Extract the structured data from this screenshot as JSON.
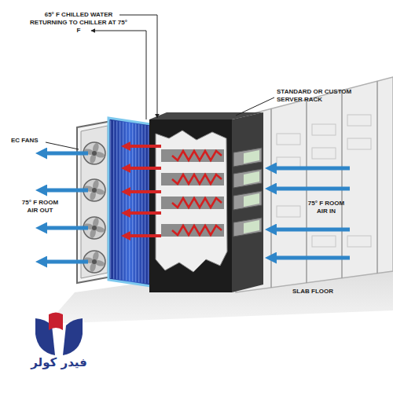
{
  "diagram": {
    "labels": [
      "65° F CHILLED WATER RETURNING TO CHILLER AT 75° F",
      "STANDARD OR CUSTOM SERVER RACK",
      "EC FANS",
      "75° F ROOM AIR OUT",
      "75° F ROOM AIR IN",
      "SLAB FLOOR",
      "فیدر کولر"
    ]
  }
}
